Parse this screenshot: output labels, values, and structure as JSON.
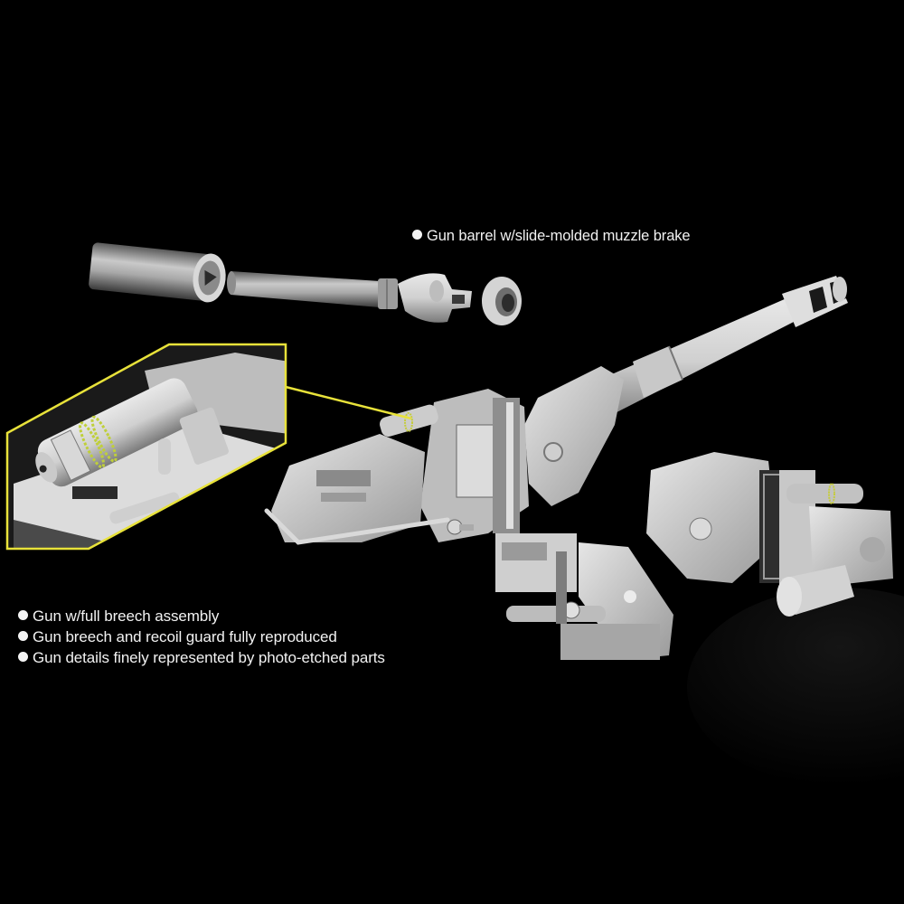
{
  "background_color": "#000000",
  "accent_color": "#e8e23a",
  "callouts": {
    "barrel": {
      "icon": "bullet-dot",
      "text": "Gun barrel w/slide-molded muzzle brake"
    }
  },
  "features": [
    {
      "icon": "bullet-dot",
      "text": "Gun w/full breech assembly"
    },
    {
      "icon": "bullet-dot",
      "text": "Gun breech and recoil guard fully reproduced"
    },
    {
      "icon": "bullet-dot",
      "text": "Gun details finely represented by photo-etched parts"
    }
  ],
  "illustrations": {
    "exploded_barrel": [
      "barrel-sleeve",
      "barrel-tube",
      "muzzle-brake",
      "muzzle-ring"
    ],
    "assembled_gun": "gun-with-breech-and-recoil-guard",
    "detail_inset": "photo-etched-breech-detail",
    "alternate_views": [
      "breech-side-view",
      "breech-rear-view"
    ]
  }
}
